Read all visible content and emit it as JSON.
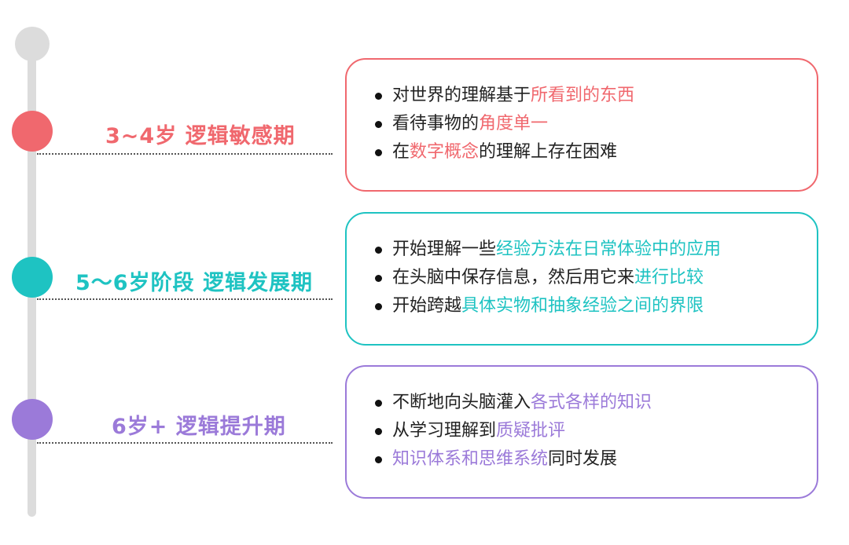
{
  "colors": {
    "timeline": "#dcdcdc",
    "stage1": "#f0686e",
    "stage2": "#1ec3c2",
    "stage3": "#9b7ad9"
  },
  "stages": [
    {
      "title": "3~4岁 逻辑敏感期",
      "items": [
        {
          "plain": "对世界的理解基于",
          "highlight": "所看到的东西",
          "rest": ""
        },
        {
          "plain": "看待事物的",
          "highlight": "角度单一",
          "rest": ""
        },
        {
          "plain": "在",
          "highlight": "数字概念",
          "rest": "的理解上存在困难"
        }
      ]
    },
    {
      "title": "5〜6岁阶段 逻辑发展期",
      "items": [
        {
          "plain": "开始理解一些",
          "highlight": "经验方法在日常体验中的应用",
          "rest": ""
        },
        {
          "plain": "在头脑中保存信息，然后用它来",
          "highlight": "进行比较",
          "rest": ""
        },
        {
          "plain": "开始跨越",
          "highlight": "具体实物和抽象经验之间的界限",
          "rest": ""
        }
      ]
    },
    {
      "title": "6岁+ 逻辑提升期",
      "items": [
        {
          "plain": "不断地向头脑灌入",
          "highlight": "各式各样的知识",
          "rest": ""
        },
        {
          "plain": "从学习理解到",
          "highlight": "质疑批评",
          "rest": ""
        },
        {
          "plain": "",
          "highlight": "知识体系和思维系统",
          "rest": "同时发展"
        }
      ]
    }
  ]
}
